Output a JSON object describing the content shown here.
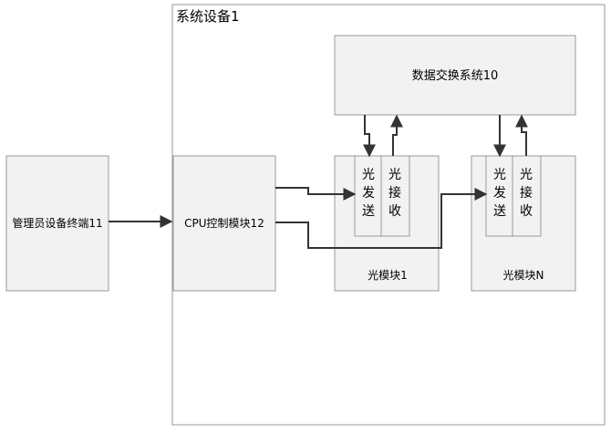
{
  "diagram": {
    "system_label": "系统设备1",
    "admin_terminal": "管理员设备终端11",
    "cpu_module": "CPU控制模块12",
    "switch_system": "数据交换系统10",
    "module1_label": "光模块1",
    "moduleN_label": "光模块N",
    "tx_chars": [
      "光",
      "发",
      "送"
    ],
    "rx_chars": [
      "光",
      "接",
      "收"
    ]
  }
}
